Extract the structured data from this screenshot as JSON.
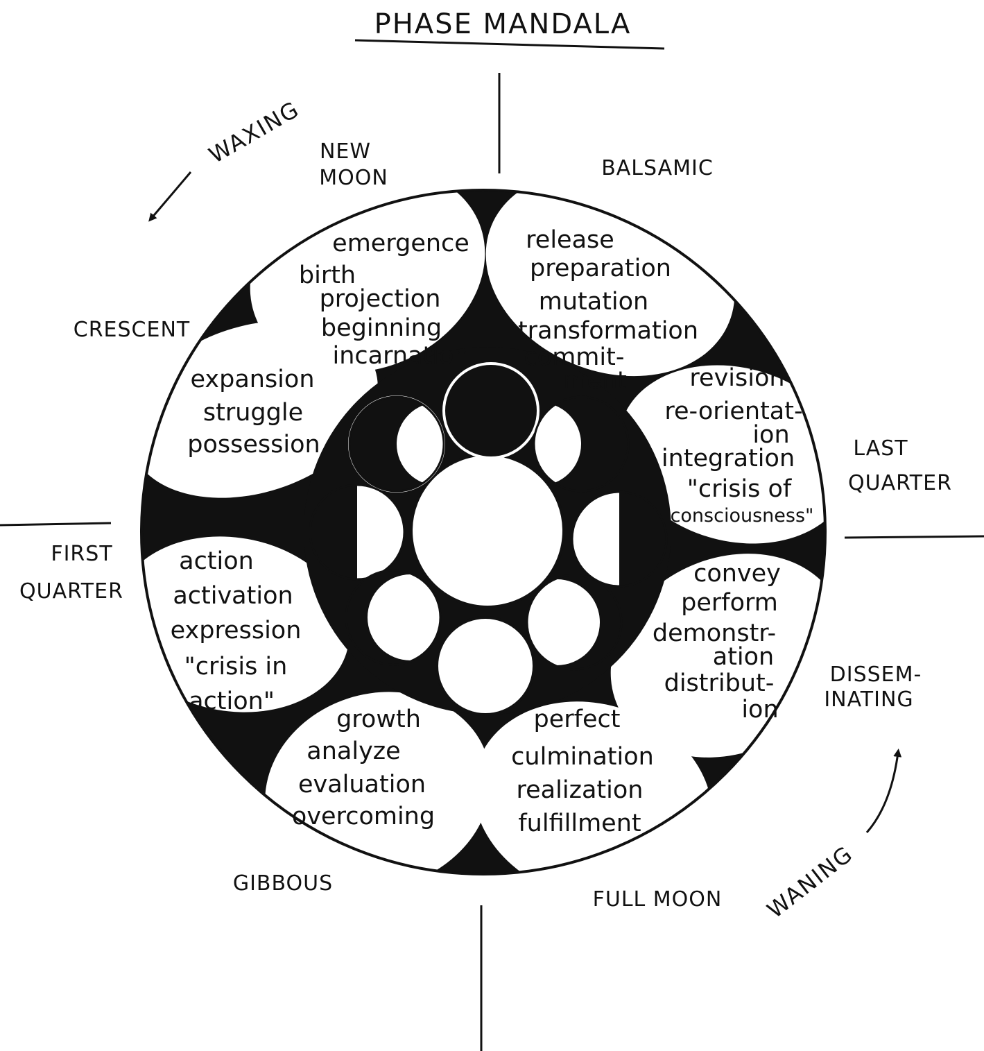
{
  "title": "PHASE MANDALA",
  "directions": {
    "waxing": "WAXING",
    "waning": "WANING"
  },
  "phases": [
    {
      "id": "new-moon",
      "label": [
        "NEW",
        "MOON"
      ],
      "keywords": [
        "emergence",
        "birth",
        "projection",
        "beginning",
        "incarnation"
      ]
    },
    {
      "id": "balsamic",
      "label": [
        "BALSAMIC"
      ],
      "keywords": [
        "release",
        "preparation",
        "mutation",
        "transformation",
        "commit-",
        "ment"
      ]
    },
    {
      "id": "last-quarter",
      "label": [
        "LAST",
        "QUARTER"
      ],
      "keywords": [
        "revision",
        "re-orientat-",
        "ion",
        "integration",
        "\"crisis of",
        "consciousness\""
      ]
    },
    {
      "id": "disseminating",
      "label": [
        "DISSEM-",
        "INATING"
      ],
      "keywords": [
        "convey",
        "perform",
        "demonstr-",
        "ation",
        "distribut-",
        "ion"
      ]
    },
    {
      "id": "full-moon",
      "label": [
        "FULL MOON"
      ],
      "keywords": [
        "perfect",
        "culmination",
        "realization",
        "fulfillment"
      ]
    },
    {
      "id": "gibbous",
      "label": [
        "GIBBOUS"
      ],
      "keywords": [
        "growth",
        "analyze",
        "evaluation",
        "overcoming"
      ]
    },
    {
      "id": "first-quarter",
      "label": [
        "FIRST",
        "QUARTER"
      ],
      "keywords": [
        "action",
        "activation",
        "expression",
        "\"crisis in",
        "action\""
      ]
    },
    {
      "id": "crescent",
      "label": [
        "CRESCENT"
      ],
      "keywords": [
        "expansion",
        "struggle",
        "possession"
      ]
    }
  ]
}
